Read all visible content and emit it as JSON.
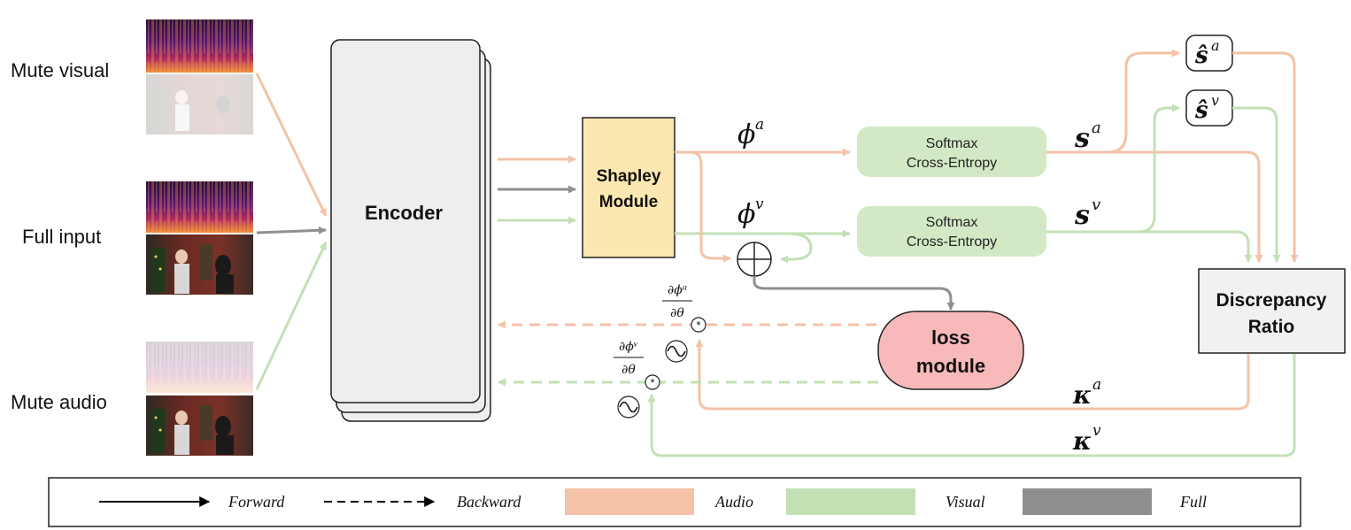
{
  "inputs": {
    "mute_visual": "Mute visual",
    "full_input": "Full input",
    "mute_audio": "Mute audio"
  },
  "encoder": {
    "label": "Encoder"
  },
  "shapley": {
    "line1": "Shapley",
    "line2": "Module"
  },
  "phi_a": {
    "base": "ϕ",
    "sup": "a"
  },
  "phi_v": {
    "base": "ϕ",
    "sup": "v"
  },
  "softmax_a": {
    "line1": "Softmax",
    "line2": "Cross-Entropy"
  },
  "softmax_v": {
    "line1": "Softmax",
    "line2": "Cross-Entropy"
  },
  "s_a": {
    "base": "s",
    "sup": "a"
  },
  "s_v": {
    "base": "s",
    "sup": "v"
  },
  "s_hat_a": {
    "base": "ŝ",
    "sup": "a"
  },
  "s_hat_v": {
    "base": "ŝ",
    "sup": "v"
  },
  "discrepancy": {
    "line1": "Discrepancy",
    "line2": "Ratio"
  },
  "loss": {
    "line1": "loss",
    "line2": "module"
  },
  "kappa_a": {
    "base": "κ",
    "sup": "a"
  },
  "kappa_v": {
    "base": "κ",
    "sup": "v"
  },
  "grad_a": {
    "num": "∂ϕᵃ",
    "den": "∂θ"
  },
  "grad_v": {
    "num": "∂ϕᵛ",
    "den": "∂θ"
  },
  "ops": {
    "plus": "⊕",
    "times": "⊛",
    "sine": "∿"
  },
  "legend": {
    "forward": "Forward",
    "backward": "Backward",
    "audio": "Audio",
    "visual": "Visual",
    "full": "Full"
  },
  "colors": {
    "audio": "#f4c2a6",
    "visual": "#c3e0b5",
    "full": "#8f8f8f",
    "shapley_fill": "#fbe7b0",
    "softmax_fill": "#d3e9c5",
    "loss_fill": "#f8b9bb",
    "encoder_fill": "#eeeeee",
    "discrepancy_fill": "#f1f1f1"
  }
}
